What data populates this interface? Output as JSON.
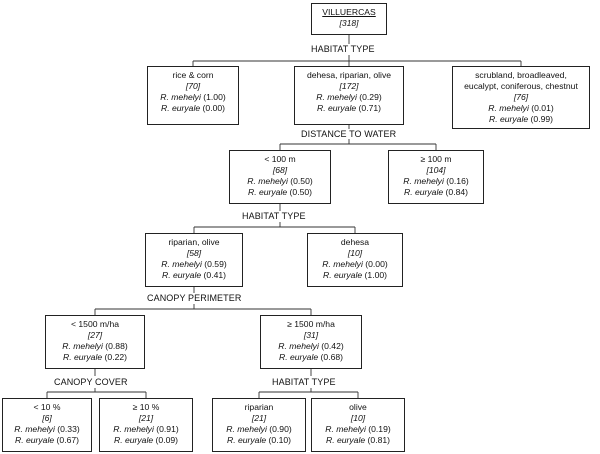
{
  "tree": {
    "root": {
      "title": "VILLUERCAS",
      "count": "[318]"
    },
    "splits": {
      "s1": "HABITAT TYPE",
      "s2": "DISTANCE TO WATER",
      "s3": "HABITAT TYPE",
      "s4": "CANOPY PERIMETER",
      "s5": "CANOPY COVER",
      "s6": "HABITAT TYPE"
    },
    "nodes": {
      "rice_corn": {
        "label": "rice & corn",
        "count": "[70]",
        "m_name": "R. mehelyi",
        "m_val": "(1.00)",
        "e_name": "R. euryale",
        "e_val": "(0.00)"
      },
      "dehesa_rip_olive": {
        "label": "dehesa, riparian, olive",
        "count": "[172]",
        "m_name": "R. mehelyi",
        "m_val": "(0.29)",
        "e_name": "R. euryale",
        "e_val": "(0.71)"
      },
      "scrubland": {
        "label1": "scrubland, broadleaved,",
        "label2": "eucalypt, coniferous, chestnut",
        "count": "[76]",
        "m_name": "R. mehelyi",
        "m_val": "(0.01)",
        "e_name": "R. euryale",
        "e_val": "(0.99)"
      },
      "lt100": {
        "label": "< 100 m",
        "count": "[68]",
        "m_name": "R. mehelyi",
        "m_val": "(0.50)",
        "e_name": "R. euryale",
        "e_val": "(0.50)"
      },
      "ge100": {
        "label": "≥ 100 m",
        "count": "[104]",
        "m_name": "R. mehelyi",
        "m_val": "(0.16)",
        "e_name": "R. euryale",
        "e_val": "(0.84)"
      },
      "rip_olive": {
        "label": "riparian, olive",
        "count": "[58]",
        "m_name": "R. mehelyi",
        "m_val": "(0.59)",
        "e_name": "R. euryale",
        "e_val": "(0.41)"
      },
      "dehesa": {
        "label": "dehesa",
        "count": "[10]",
        "m_name": "R. mehelyi",
        "m_val": "(0.00)",
        "e_name": "R. euryale",
        "e_val": "(1.00)"
      },
      "lt1500": {
        "label": "< 1500 m/ha",
        "count": "[27]",
        "m_name": "R. mehelyi",
        "m_val": "(0.88)",
        "e_name": "R. euryale",
        "e_val": "(0.22)"
      },
      "ge1500": {
        "label": "≥ 1500 m/ha",
        "count": "[31]",
        "m_name": "R. mehelyi",
        "m_val": "(0.42)",
        "e_name": "R. euryale",
        "e_val": "(0.68)"
      },
      "lt10": {
        "label": "< 10 %",
        "count": "[6]",
        "m_name": "R. mehelyi",
        "m_val": "(0.33)",
        "e_name": "R. euryale",
        "e_val": "(0.67)"
      },
      "ge10": {
        "label": "≥ 10 %",
        "count": "[21]",
        "m_name": "R. mehelyi",
        "m_val": "(0.91)",
        "e_name": "R. euryale",
        "e_val": "(0.09)"
      },
      "riparian": {
        "label": "riparian",
        "count": "[21]",
        "m_name": "R. mehelyi",
        "m_val": "(0.90)",
        "e_name": "R. euryale",
        "e_val": "(0.10)"
      },
      "olive": {
        "label": "olive",
        "count": "[10]",
        "m_name": "R. mehelyi",
        "m_val": "(0.19)",
        "e_name": "R. euryale",
        "e_val": "(0.81)"
      }
    }
  }
}
